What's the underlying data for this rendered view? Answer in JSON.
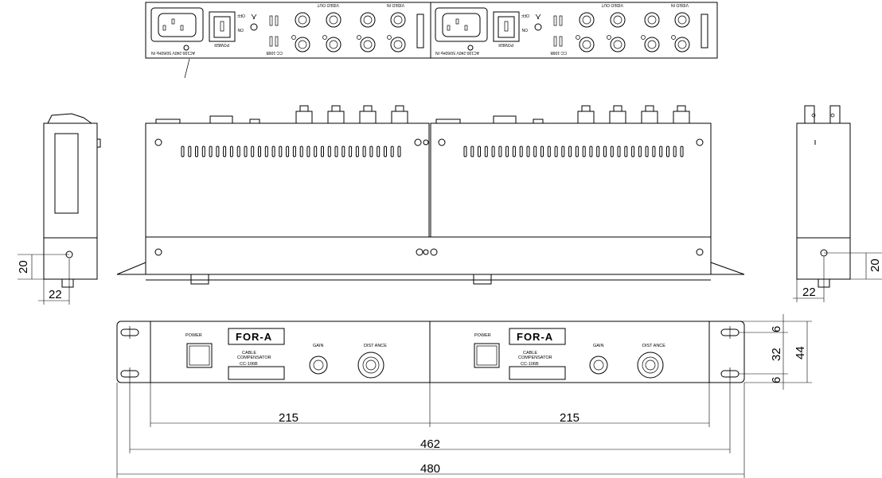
{
  "rear_panel": {
    "unit_left": {
      "text_video_in": "VIDEO IN",
      "text_video_out": "VIDEO OUT",
      "text_power": "POWER",
      "text_model": "CC-106B",
      "text_ac": "AC100-240V 50/60Hz IN",
      "text_on": "ON",
      "text_off": "OFF"
    },
    "unit_right": {
      "text_video_in": "VIDEO IN",
      "text_video_out": "VIDEO OUT",
      "text_power": "POWER",
      "text_model": "CC-106B",
      "text_ac": "AC100-240V 50/60Hz IN",
      "text_on": "ON",
      "text_off": "OFF"
    }
  },
  "front_panel": {
    "unit_left": {
      "power_label": "POWER",
      "logo": "FOR-A",
      "product_line1": "CABLE",
      "product_line2": "COMPENSATOR",
      "model": "CC-106B",
      "gain_label": "GAIN",
      "distance_label": "DIST ANCE"
    },
    "unit_right": {
      "power_label": "POWER",
      "logo": "FOR-A",
      "product_line1": "CABLE",
      "product_line2": "COMPENSATOR",
      "model": "CC-106B",
      "gain_label": "GAIN",
      "distance_label": "DIST ANCE"
    }
  },
  "dimensions": {
    "side_left_height": "20",
    "side_left_depth": "22",
    "side_right_height": "20",
    "side_right_depth": "22",
    "front_top_offset": "6",
    "front_hole_pitch": "32",
    "front_bottom_offset": "6",
    "front_total_height": "44",
    "unit_width_left": "215",
    "unit_width_right": "215",
    "mount_width": "462",
    "total_width": "480"
  }
}
